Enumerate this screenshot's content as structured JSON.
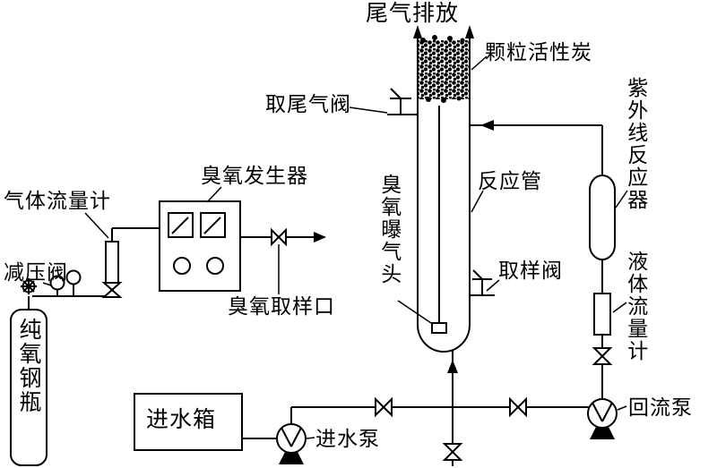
{
  "diagram": {
    "background": "#ffffff",
    "line_color": "#000000",
    "labels": {
      "tail_gas_discharge": "尾气排放",
      "granular_activated_carbon": "颗粒活性炭",
      "tail_gas_valve": "取尾气阀",
      "uv_reactor": "紫外线反应器",
      "ozone_generator": "臭氧发生器",
      "gas_flow_meter": "气体流量计",
      "pressure_reducing_valve": "减压阀",
      "pure_oxygen_cylinder": "纯氧钢瓶",
      "ozone_sampling_port": "臭氧取样口",
      "ozone_aeration_head": "臭氧曝气头",
      "reaction_tube": "反应管",
      "sampling_valve": "取样阀",
      "liquid_flow_meter": "液体流量计",
      "water_inlet_tank": "进水箱",
      "water_inlet_pump": "进水泵",
      "reflux_pump": "回流泵"
    }
  }
}
